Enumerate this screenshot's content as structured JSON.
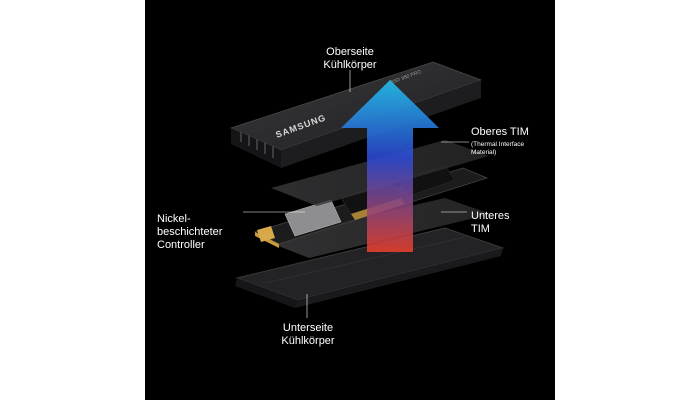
{
  "labels": {
    "top_heatsink": "Oberseite\nKühlkörper",
    "upper_tim": "Oberes TIM",
    "upper_tim_note": "(Thermal Interface\nMaterial)",
    "controller": "Nickel-\nbeschichteter\nController",
    "lower_tim": "Unteres\nTIM",
    "bottom_heatsink": "Unterseite\nKühlkörper"
  },
  "product": {
    "heatsink_brand": "SAMSUNG",
    "heatsink_series": "SSD 980 PRO"
  },
  "colors": {
    "background": "#000000",
    "arrow_top": "#22c4f0",
    "arrow_mid": "#2c4ad6",
    "arrow_bottom": "#e8402c",
    "pcb": "#1c1c1c",
    "gold": "#c99a3a",
    "heatsink": "#2b2b2d"
  }
}
